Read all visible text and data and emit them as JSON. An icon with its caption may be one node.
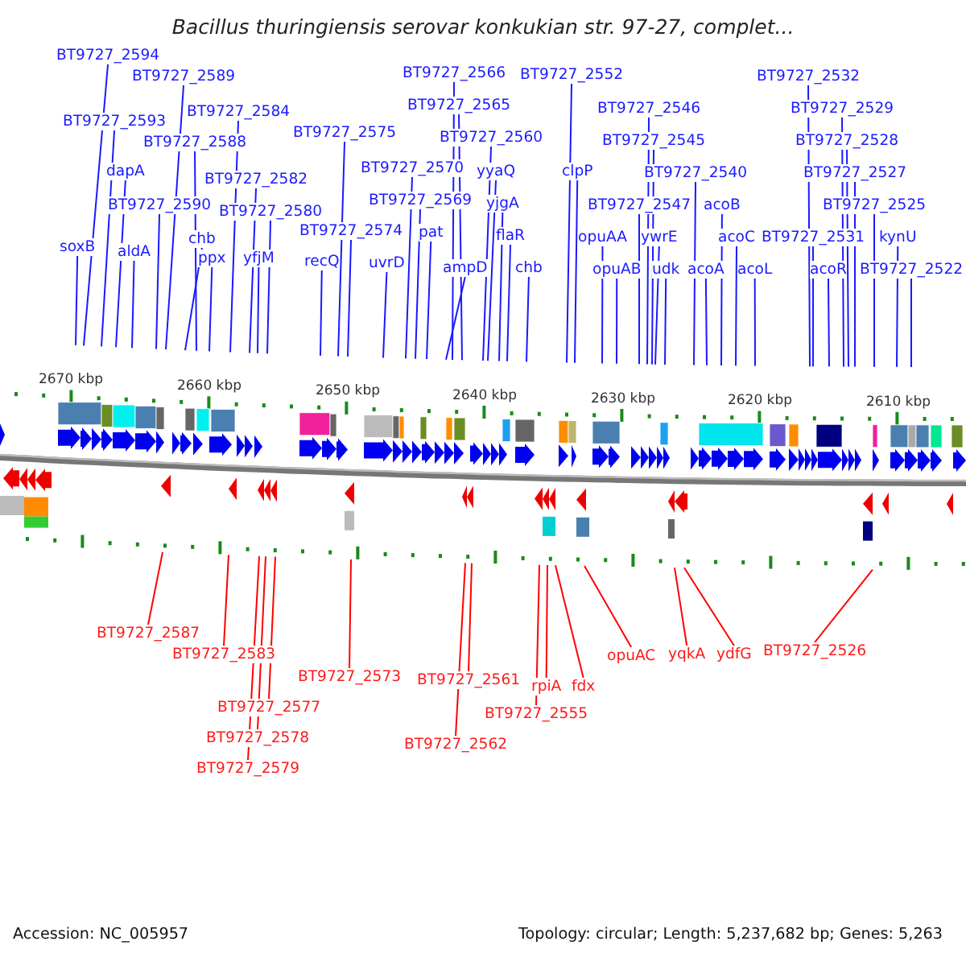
{
  "diagram": {
    "title": "Bacillus thuringiensis serovar konkukian str. 97-27, complet...",
    "nodes": [
      {
        "text": [
          "BT9727_2594"
        ]
      },
      {
        "text": [
          "BT9727_2589"
        ]
      },
      {
        "text": [
          "BT9727_2593"
        ]
      },
      {
        "text": [
          "BT9727_2584"
        ]
      },
      {
        "text": [
          "BT9727_2588"
        ]
      },
      {
        "text": [
          "dapA"
        ]
      },
      {
        "text": [
          "BT9727_2582"
        ]
      },
      {
        "text": [
          "BT9727_2590"
        ]
      },
      {
        "text": [
          "BT9727_2580"
        ]
      },
      {
        "text": [
          "BT9727_2575"
        ]
      },
      {
        "text": [
          "BT9727_2574"
        ]
      },
      {
        "text": [
          "chb"
        ]
      },
      {
        "text": [
          "soxB"
        ]
      },
      {
        "text": [
          "aldA"
        ]
      },
      {
        "text": [
          "ppx"
        ]
      },
      {
        "text": [
          "yfjM"
        ]
      },
      {
        "text": [
          "recQ"
        ]
      },
      {
        "text": [
          "uvrD"
        ]
      },
      {
        "text": [
          "BT9727_2570"
        ]
      },
      {
        "text": [
          "BT9727_2569"
        ]
      },
      {
        "text": [
          "pat"
        ]
      },
      {
        "text": [
          "ampD"
        ]
      },
      {
        "text": [
          "BT9727_2566"
        ]
      },
      {
        "text": [
          "BT9727_2565"
        ]
      },
      {
        "text": [
          "BT9727_2560"
        ]
      },
      {
        "text": [
          "yyaQ"
        ]
      },
      {
        "text": [
          "yjgA"
        ]
      },
      {
        "text": [
          "flaR"
        ]
      },
      {
        "text": [
          "chb"
        ]
      },
      {
        "text": [
          "BT9727_2552"
        ]
      },
      {
        "text": [
          "clpP"
        ]
      },
      {
        "text": [
          "opuAA"
        ]
      },
      {
        "text": [
          "opuAB"
        ]
      },
      {
        "text": [
          "BT9727_2546"
        ]
      },
      {
        "text": [
          "BT9727_2545"
        ]
      },
      {
        "text": [
          "BT9727_2540"
        ]
      },
      {
        "text": [
          "BT9727_2547"
        ]
      },
      {
        "text": [
          "acoB"
        ]
      },
      {
        "text": [
          "ywrE"
        ]
      },
      {
        "text": [
          "udk"
        ]
      },
      {
        "text": [
          "acoA"
        ]
      },
      {
        "text": [
          "acoC"
        ]
      },
      {
        "text": [
          "acoL"
        ]
      },
      {
        "text": [
          "BT9727_2532"
        ]
      },
      {
        "text": [
          "BT9727_2529"
        ]
      },
      {
        "text": [
          "BT9727_2528"
        ]
      },
      {
        "text": [
          "BT9727_2527"
        ]
      },
      {
        "text": [
          "BT9727_2525"
        ]
      },
      {
        "text": [
          "BT9727_2531"
        ]
      },
      {
        "text": [
          "kynU"
        ]
      },
      {
        "text": [
          "acoR"
        ]
      },
      {
        "text": [
          "BT9727_2522"
        ]
      },
      {
        "text": [
          "BT9727_2587"
        ]
      },
      {
        "text": [
          "BT9727_2583"
        ]
      },
      {
        "text": [
          "BT9727_2573"
        ]
      },
      {
        "text": [
          "BT9727_2561"
        ]
      },
      {
        "text": [
          "rpiA"
        ]
      },
      {
        "text": [
          "fdx"
        ]
      },
      {
        "text": [
          "opuAC"
        ]
      },
      {
        "text": [
          "yqkA"
        ]
      },
      {
        "text": [
          "ydfG"
        ]
      },
      {
        "text": [
          "BT9727_2526"
        ]
      },
      {
        "text": [
          "BT9727_2577"
        ]
      },
      {
        "text": [
          "BT9727_2555"
        ]
      },
      {
        "text": [
          "BT9727_2578"
        ]
      },
      {
        "text": [
          "BT9727_2562"
        ]
      },
      {
        "text": [
          "BT9727_2579"
        ]
      }
    ],
    "edges": [
      {
        "from": 0,
        "to": null,
        "arrow": "none"
      },
      {
        "from": 1,
        "to": null,
        "arrow": "none"
      },
      {
        "from": 2,
        "to": null,
        "arrow": "none"
      },
      {
        "from": 3,
        "to": null,
        "arrow": "none"
      },
      {
        "from": 4,
        "to": null,
        "arrow": "none"
      },
      {
        "from": 5,
        "to": null,
        "arrow": "none"
      },
      {
        "from": 6,
        "to": null,
        "arrow": "none"
      },
      {
        "from": 7,
        "to": null,
        "arrow": "none"
      },
      {
        "from": 8,
        "to": null,
        "arrow": "none"
      },
      {
        "from": 9,
        "to": null,
        "arrow": "none"
      },
      {
        "from": 10,
        "to": null,
        "arrow": "none"
      },
      {
        "from": 11,
        "to": null,
        "arrow": "none"
      },
      {
        "from": 12,
        "to": null,
        "arrow": "none"
      },
      {
        "from": 13,
        "to": null,
        "arrow": "none"
      },
      {
        "from": 14,
        "to": null,
        "arrow": "none"
      },
      {
        "from": 15,
        "to": null,
        "arrow": "none"
      },
      {
        "from": 16,
        "to": null,
        "arrow": "none"
      },
      {
        "from": 17,
        "to": null,
        "arrow": "none"
      },
      {
        "from": 18,
        "to": null,
        "arrow": "none"
      },
      {
        "from": 19,
        "to": null,
        "arrow": "none"
      },
      {
        "from": 20,
        "to": null,
        "arrow": "none"
      },
      {
        "from": 21,
        "to": null,
        "arrow": "none"
      },
      {
        "from": 22,
        "to": null,
        "arrow": "none"
      },
      {
        "from": 23,
        "to": null,
        "arrow": "none"
      },
      {
        "from": 24,
        "to": null,
        "arrow": "none"
      },
      {
        "from": 25,
        "to": null,
        "arrow": "none"
      },
      {
        "from": 26,
        "to": null,
        "arrow": "none"
      },
      {
        "from": 27,
        "to": null,
        "arrow": "none"
      },
      {
        "from": 28,
        "to": null,
        "arrow": "none"
      },
      {
        "from": 29,
        "to": null,
        "arrow": "none"
      },
      {
        "from": 30,
        "to": null,
        "arrow": "none"
      },
      {
        "from": 31,
        "to": null,
        "arrow": "none"
      },
      {
        "from": 32,
        "to": null,
        "arrow": "none"
      },
      {
        "from": 33,
        "to": null,
        "arrow": "none"
      },
      {
        "from": 34,
        "to": null,
        "arrow": "none"
      },
      {
        "from": 35,
        "to": null,
        "arrow": "none"
      },
      {
        "from": 36,
        "to": null,
        "arrow": "none"
      },
      {
        "from": 37,
        "to": null,
        "arrow": "none"
      },
      {
        "from": 38,
        "to": null,
        "arrow": "none"
      },
      {
        "from": 39,
        "to": null,
        "arrow": "none"
      },
      {
        "from": 40,
        "to": null,
        "arrow": "none"
      },
      {
        "from": 41,
        "to": null,
        "arrow": "none"
      },
      {
        "from": 42,
        "to": null,
        "arrow": "none"
      },
      {
        "from": 43,
        "to": null,
        "arrow": "none"
      },
      {
        "from": 44,
        "to": null,
        "arrow": "none"
      },
      {
        "from": 45,
        "to": null,
        "arrow": "none"
      },
      {
        "from": 46,
        "to": null,
        "arrow": "none"
      },
      {
        "from": 47,
        "to": null,
        "arrow": "none"
      },
      {
        "from": 48,
        "to": null,
        "arrow": "none"
      },
      {
        "from": 49,
        "to": null,
        "arrow": "none"
      },
      {
        "from": 50,
        "to": null,
        "arrow": "none"
      },
      {
        "from": 51,
        "to": null,
        "arrow": "none"
      },
      {
        "from": 52,
        "to": null,
        "arrow": "none",
        "color": "#ff0000"
      },
      {
        "from": 53,
        "to": null,
        "arrow": "none",
        "color": "#ff0000"
      },
      {
        "from": 54,
        "to": null,
        "arrow": "none",
        "color": "#ff0000"
      },
      {
        "from": 55,
        "to": null,
        "arrow": "none",
        "color": "#ff0000"
      },
      {
        "from": 56,
        "to": null,
        "arrow": "none",
        "color": "#ff0000"
      },
      {
        "from": 57,
        "to": null,
        "arrow": "none",
        "color": "#ff0000"
      },
      {
        "from": 58,
        "to": null,
        "arrow": "none",
        "color": "#ff0000"
      },
      {
        "from": 59,
        "to": null,
        "arrow": "none",
        "color": "#ff0000"
      },
      {
        "from": 60,
        "to": null,
        "arrow": "none",
        "color": "#ff0000"
      },
      {
        "from": 61,
        "to": null,
        "arrow": "none",
        "color": "#ff0000"
      },
      {
        "from": 62,
        "to": null,
        "arrow": "none",
        "color": "#ff0000"
      },
      {
        "from": 63,
        "to": null,
        "arrow": "none",
        "color": "#ff0000"
      },
      {
        "from": 64,
        "to": null,
        "arrow": "none",
        "color": "#ff0000"
      },
      {
        "from": 65,
        "to": null,
        "arrow": "none",
        "color": "#ff0000"
      },
      {
        "from": 66,
        "to": null,
        "arrow": "none",
        "color": "#ff0000"
      }
    ],
    "labels": [
      "2670 kbp",
      "2660 kbp",
      "2650 kbp",
      "2640 kbp",
      "2630 kbp",
      "2620 kbp",
      "2610 kbp",
      "Accession: NC_005957",
      "Topology: circular; Length: 5,237,682 bp; Genes: 5,263"
    ]
  }
}
